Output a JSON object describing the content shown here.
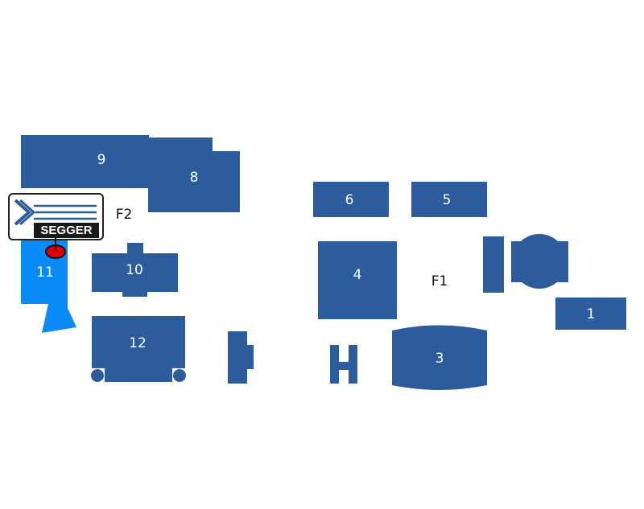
{
  "colors": {
    "booth": "#2c5c9c",
    "highlight": "#0a8af8",
    "marker": "#e00000",
    "background": "#ffffff"
  },
  "zones": {
    "f1": "F1",
    "f2": "F2"
  },
  "booths": {
    "b1": "1",
    "b3": "3",
    "b4": "4",
    "b5": "5",
    "b6": "6",
    "b8": "8",
    "b9": "9",
    "b10": "10",
    "b11": "11",
    "b12": "12"
  },
  "exhibitor": {
    "name": "SEGGER",
    "booth": "11",
    "logo_icon": "segger-chevron-logo-icon",
    "marker_icon": "location-pin-icon"
  }
}
